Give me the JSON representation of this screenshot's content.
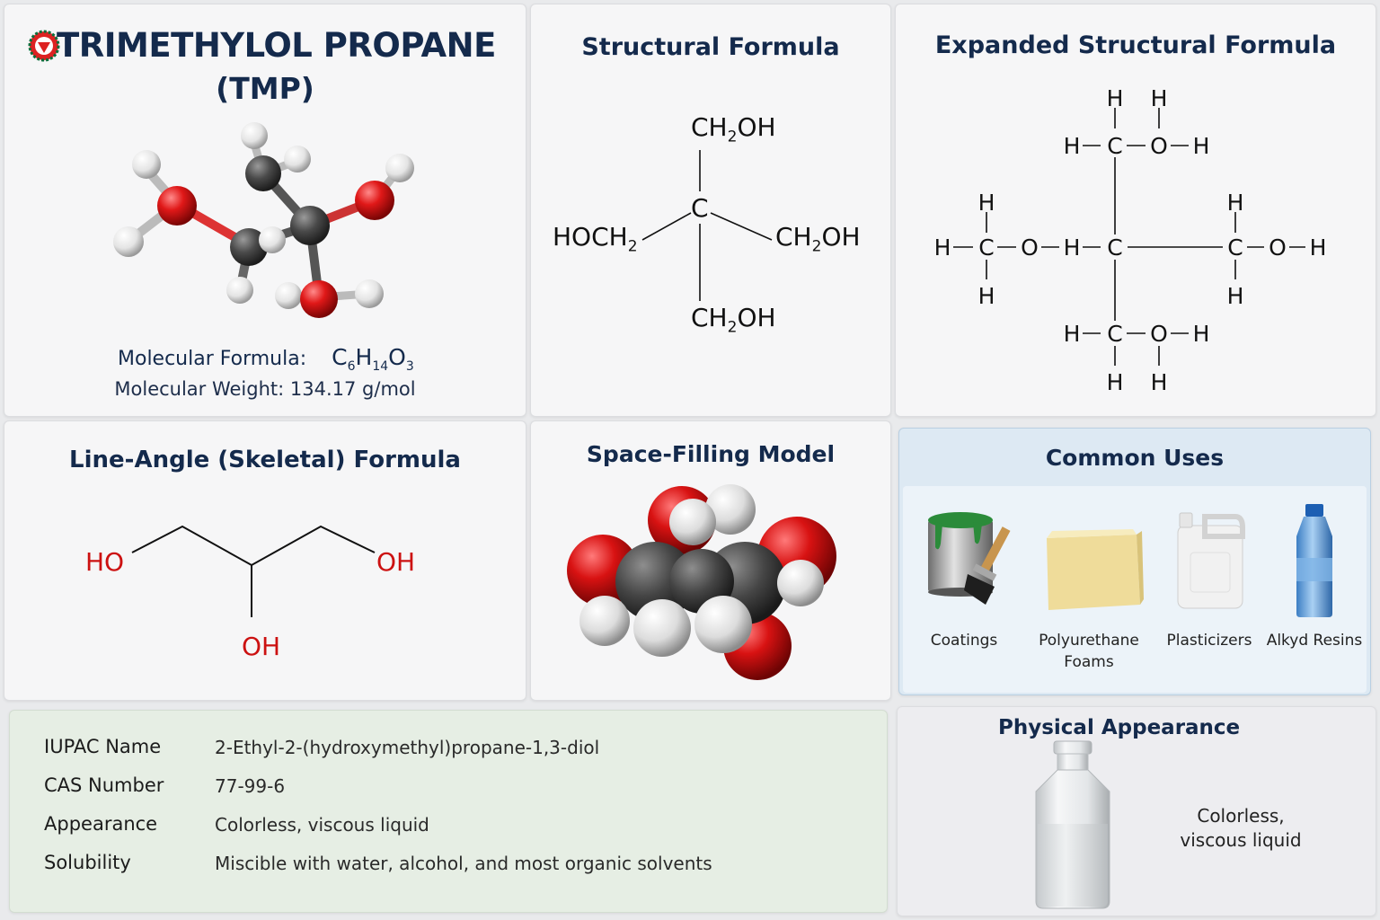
{
  "title": {
    "line1": "TRIMETHYLOL PROPANE",
    "line2": "(TMP)"
  },
  "molecule_3d": {
    "formula_label": "Molecular Formula:",
    "formula": {
      "C": "C",
      "c_sub": "6",
      "H": "H",
      "h_sub": "14",
      "O": "O",
      "o_sub": "3"
    },
    "weight": "Molecular Weight: 134.17 g/mol"
  },
  "structural": {
    "title": "Structural Formula",
    "top_group": "CH",
    "top_sub": "2",
    "top_end": "OH",
    "center": "C",
    "left_group": "HOCH",
    "left_sub": "2",
    "right_group": "CH",
    "right_sub": "2",
    "right_end": "OH",
    "bottom_group": "CH",
    "bottom_sub": "2",
    "bottom_end": "OH"
  },
  "expanded": {
    "title": "Expanded Structural Formula",
    "atoms": {
      "H": "H",
      "C": "C",
      "O": "O"
    }
  },
  "skeletal": {
    "title": "Line-Angle (Skeletal) Formula",
    "left": "HO",
    "right": "OH",
    "bottom": "OH"
  },
  "space_filling": {
    "title": "Space-Filling Model"
  },
  "uses": {
    "title": "Common Uses",
    "items": [
      {
        "label": "Coatings",
        "icon": "paint-can-icon"
      },
      {
        "label": "Polyurethane",
        "label2": "Foams",
        "icon": "foam-block-icon"
      },
      {
        "label": "Plasticizers",
        "icon": "jerrycan-icon"
      },
      {
        "label": "Alkyd Resins",
        "icon": "bottle-icon"
      }
    ]
  },
  "properties": [
    {
      "label": "IUPAC Name",
      "value": "2-Ethyl-2-(hydroxymethyl)propane-1,3-diol"
    },
    {
      "label": "CAS Number",
      "value": "77-99-6"
    },
    {
      "label": "Appearance",
      "value": "Colorless, viscous liquid"
    },
    {
      "label": "Solubility",
      "value": "Miscible with water, alcohol, and most organic solvents"
    }
  ],
  "appearance": {
    "title": "Physical Appearance",
    "line1": "Colorless,",
    "line2": "viscous liquid"
  },
  "colors": {
    "navy": "#142a4c",
    "oxygen_red": "#d11a1a",
    "carbon_gray": "#4a4a4a",
    "hydrogen_white": "#eeeeee",
    "uses_bg": "#e3eef7",
    "props_bg": "#e8efe6"
  }
}
